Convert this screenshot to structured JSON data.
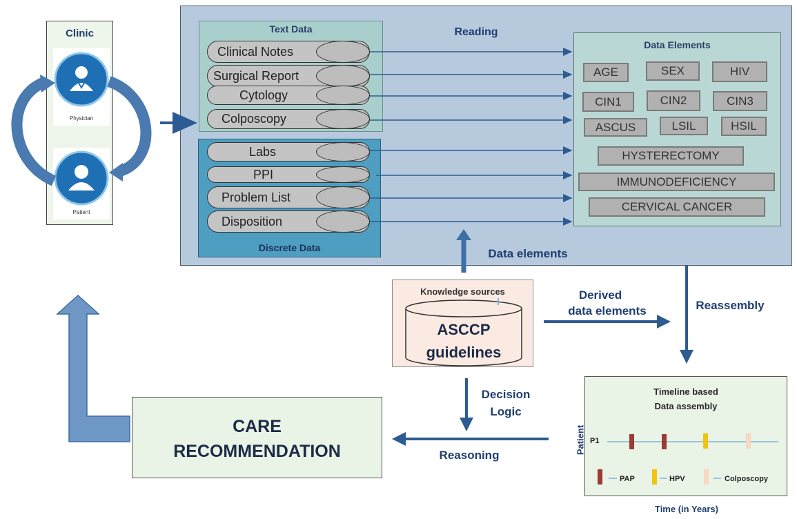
{
  "clinic": {
    "title": "Clinic",
    "physician": "Physician",
    "patient": "Patient"
  },
  "text_data": {
    "title": "Text Data",
    "items": [
      "Clinical Notes",
      "Surgical Report",
      "Cytology",
      "Colposcopy"
    ]
  },
  "discrete_data": {
    "title": "Discrete Data",
    "items": [
      "Labs",
      "PPI",
      "Problem List",
      "Disposition"
    ]
  },
  "reading": "Reading",
  "data_elements": {
    "title": "Data Elements",
    "items": [
      "AGE",
      "SEX",
      "HIV",
      "CIN1",
      "CIN2",
      "CIN3",
      "ASCUS",
      "LSIL",
      "HSIL",
      "HYSTERECTOMY",
      "IMMUNODEFICIENCY",
      "CERVICAL CANCER"
    ]
  },
  "data_elements_arrow": "Data elements",
  "knowledge": {
    "title": "Knowledge sources",
    "line1": "ASCCP",
    "line2": "guidelines"
  },
  "derived": {
    "line1": "Derived",
    "line2": "data elements"
  },
  "reassembly": "Reassembly",
  "decision": {
    "line1": "Decision",
    "line2": "Logic"
  },
  "reasoning": "Reasoning",
  "care": {
    "line1": "CARE",
    "line2": "RECOMMENDATION"
  },
  "timeline": {
    "title1": "Timeline based",
    "title2": "Data assembly",
    "yaxis": "Patient",
    "row": "P1",
    "legend": [
      "PAP",
      "HPV",
      "Colposcopy"
    ],
    "xaxis": "Time (in Years)"
  },
  "colors": {
    "pap": "#9b3b33",
    "hpv": "#f1c40f",
    "colposcopy": "#f6d8c4",
    "arrow": "#2d5b93"
  }
}
